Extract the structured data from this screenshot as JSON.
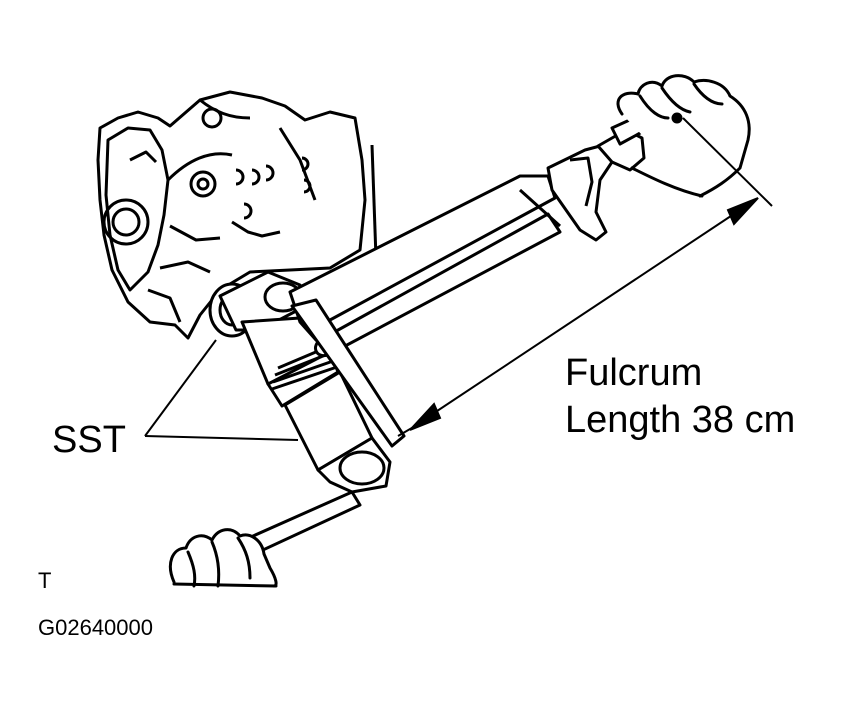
{
  "labels": {
    "sst": "SST",
    "fulcrum_line1": "Fulcrum",
    "fulcrum_line2": "Length 38 cm",
    "view_marker": "T",
    "figure_code": "G02640000"
  },
  "colors": {
    "ink": "#000000",
    "paper": "#ffffff"
  }
}
